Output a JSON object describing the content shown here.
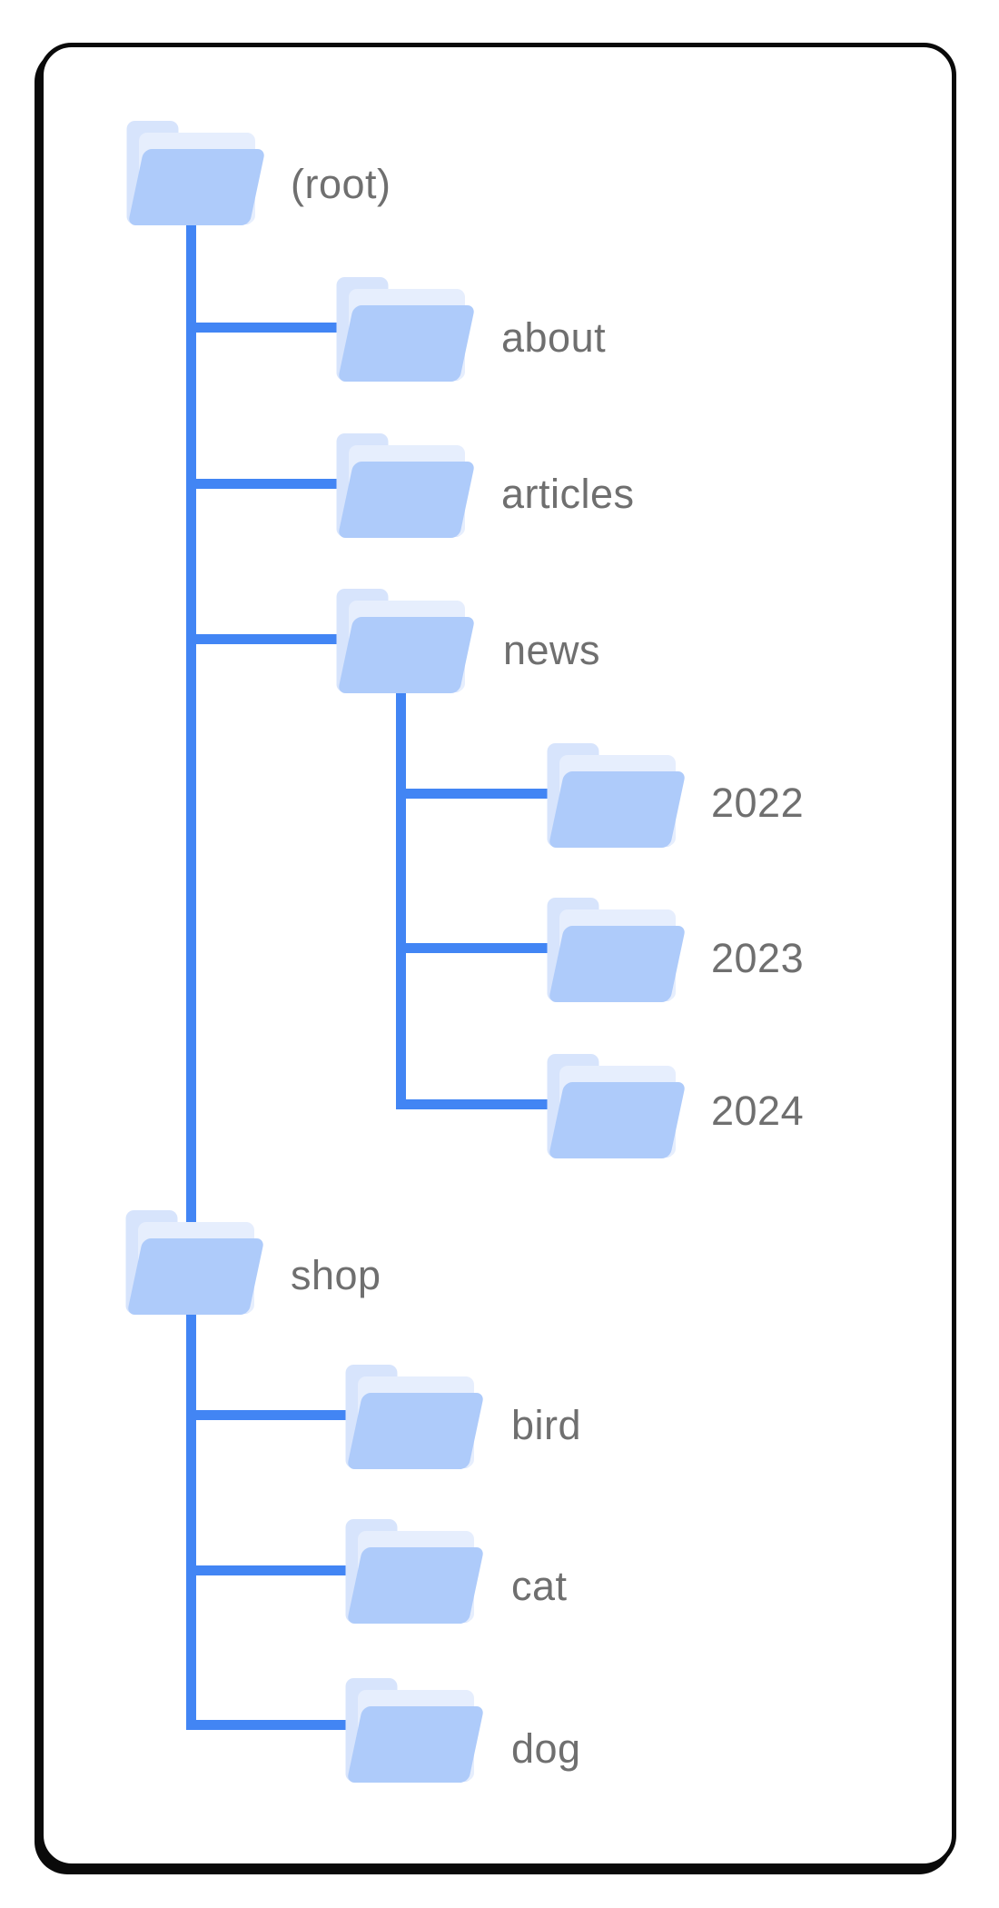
{
  "tree": {
    "label": "(root)",
    "children": [
      {
        "label": "about",
        "children": []
      },
      {
        "label": "articles",
        "children": []
      },
      {
        "label": "news",
        "children": [
          {
            "label": "2022"
          },
          {
            "label": "2023"
          },
          {
            "label": "2024"
          }
        ]
      },
      {
        "label": "shop",
        "children": [
          {
            "label": "bird"
          },
          {
            "label": "cat"
          },
          {
            "label": "dog"
          }
        ]
      }
    ]
  },
  "icons": {
    "node_icon": "folder-icon"
  },
  "colors": {
    "line": "#4285f4",
    "label": "#6f6f6f",
    "card-border": "#0a0a0a",
    "folder-back": "#d7e4fc",
    "folder-sheet": "#e6eefd",
    "folder-front": "#aecbfa"
  }
}
